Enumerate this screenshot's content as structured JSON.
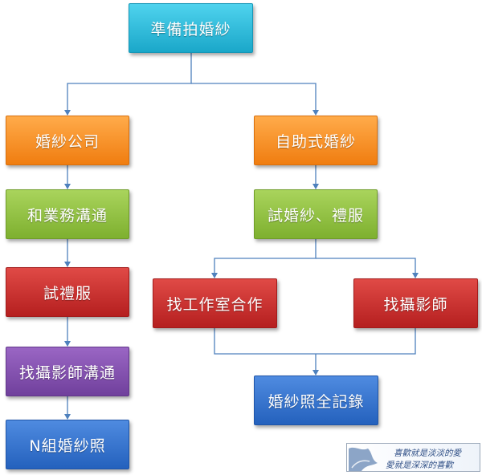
{
  "colors": {
    "connector": "#4f81bd",
    "root": "#1aa7c9",
    "step_orange": "#f07d10",
    "step_green": "#7eb02f",
    "step_red": "#b51f1f",
    "step_purple": "#70409c",
    "step_blue": "#2461bd"
  },
  "nodes": {
    "root": "準備拍婚紗",
    "left": [
      "婚紗公司",
      "和業務溝通",
      "試禮服",
      "找攝影師溝通",
      "N組婚紗照"
    ],
    "right": [
      "自助式婚紗",
      "試婚紗、禮服"
    ],
    "right_split": [
      "找工作室合作",
      "找攝影師"
    ],
    "final": "婚紗照全記錄"
  },
  "watermark": {
    "line1": "喜歡就是淡淡的愛",
    "line2": "愛就是深深的喜歡"
  }
}
